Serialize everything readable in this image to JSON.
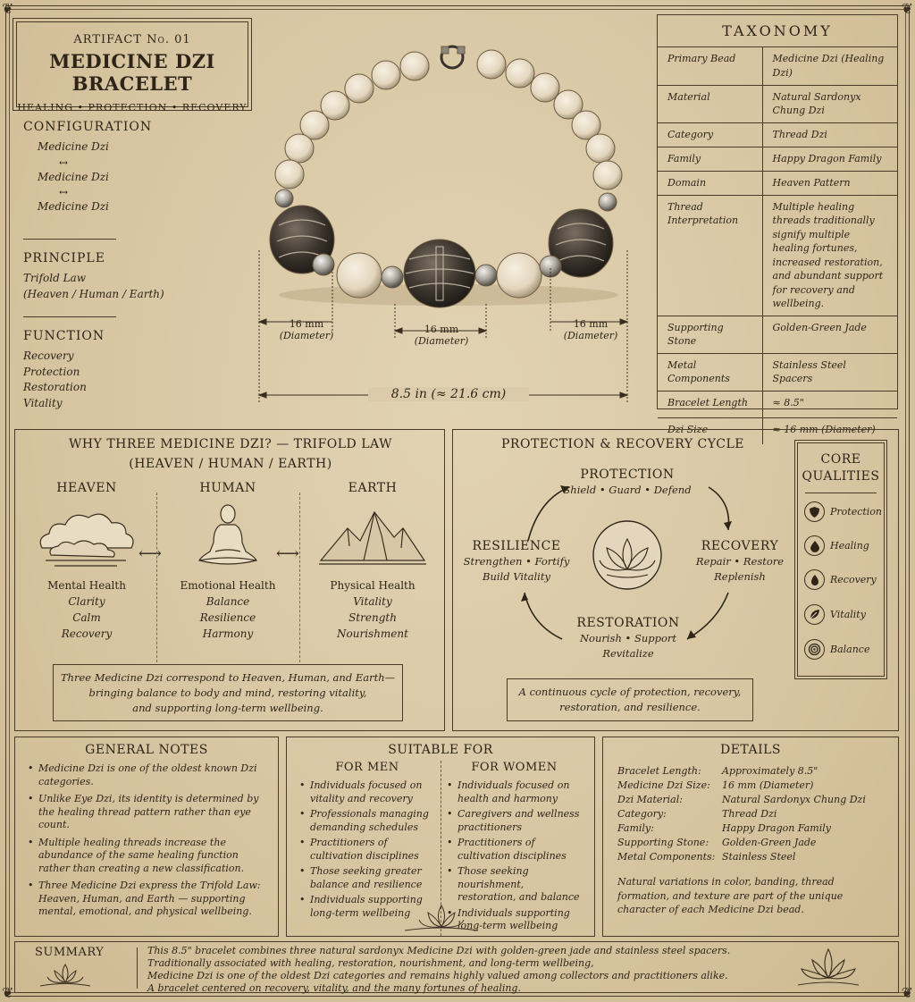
{
  "header": {
    "artifact": "ARTIFACT No. 01",
    "title": "MEDICINE DZI BRACELET",
    "tagline": "HEALING • PROTECTION • RECOVERY"
  },
  "configuration": {
    "heading": "CONFIGURATION",
    "items": [
      "Medicine Dzi",
      "Medicine Dzi",
      "Medicine Dzi"
    ],
    "connector": "↔"
  },
  "principle": {
    "heading": "PRINCIPLE",
    "line1": "Trifold Law",
    "line2": "(Heaven / Human / Earth)"
  },
  "function": {
    "heading": "FUNCTION",
    "items": [
      "Recovery",
      "Protection",
      "Restoration",
      "Vitality"
    ]
  },
  "dimensions": {
    "left": "16 mm",
    "center": "16 mm",
    "right": "16 mm",
    "diameter_label": "(Diameter)",
    "length": "8.5 in (≈ 21.6 cm)"
  },
  "taxonomy": {
    "heading": "TAXONOMY",
    "rows": [
      {
        "key": "Primary Bead",
        "value": "Medicine Dzi (Healing Dzi)"
      },
      {
        "key": "Material",
        "value": "Natural Sardonyx Chung Dzi"
      },
      {
        "key": "Category",
        "value": "Thread Dzi"
      },
      {
        "key": "Family",
        "value": "Happy Dragon Family"
      },
      {
        "key": "Domain",
        "value": "Heaven Pattern"
      },
      {
        "key": "Thread Interpretation",
        "value": "Multiple healing threads traditionally signify multiple healing fortunes, increased restoration, and abundant support for recovery and wellbeing."
      },
      {
        "key": "Supporting Stone",
        "value": "Golden-Green Jade"
      },
      {
        "key": "Metal Components",
        "value": "Stainless Steel Spacers"
      },
      {
        "key": "Bracelet Length",
        "value": "≈ 8.5\""
      },
      {
        "key": "Dzi Size",
        "value": "≈ 16 mm (Diameter)"
      }
    ]
  },
  "trifold": {
    "title1": "WHY THREE MEDICINE DZI? — TRIFOLD LAW",
    "title2": "(HEAVEN / HUMAN / EARTH)",
    "columns": [
      {
        "heading": "HEAVEN",
        "sub": "Mental Health",
        "items": [
          "Clarity",
          "Calm",
          "Recovery"
        ]
      },
      {
        "heading": "HUMAN",
        "sub": "Emotional Health",
        "items": [
          "Balance",
          "Resilience",
          "Harmony"
        ]
      },
      {
        "heading": "EARTH",
        "sub": "Physical Health",
        "items": [
          "Vitality",
          "Strength",
          "Nourishment"
        ]
      }
    ],
    "note": [
      "Three Medicine Dzi correspond to Heaven, Human, and Earth—",
      "bringing balance to body and mind, restoring vitality,",
      "and supporting long-term wellbeing."
    ]
  },
  "cycle": {
    "title": "PROTECTION & RECOVERY CYCLE",
    "protection": {
      "heading": "PROTECTION",
      "line1": "Shield • Guard • Defend"
    },
    "recovery": {
      "heading": "RECOVERY",
      "line1": "Repair • Restore",
      "line2": "Replenish"
    },
    "restoration": {
      "heading": "RESTORATION",
      "line1": "Nourish • Support",
      "line2": "Revitalize"
    },
    "resilience": {
      "heading": "RESILIENCE",
      "line1": "Strengthen • Fortify",
      "line2": "Build Vitality"
    },
    "note": [
      "A continuous cycle of protection, recovery,",
      "restoration, and resilience."
    ]
  },
  "core_qualities": {
    "heading1": "CORE",
    "heading2": "QUALITIES",
    "items": [
      {
        "label": "Protection",
        "icon": "shield-icon"
      },
      {
        "label": "Healing",
        "icon": "drop-icon"
      },
      {
        "label": "Recovery",
        "icon": "flame-icon"
      },
      {
        "label": "Vitality",
        "icon": "leaf-icon"
      },
      {
        "label": "Balance",
        "icon": "spiral-icon"
      }
    ]
  },
  "general_notes": {
    "heading": "GENERAL NOTES",
    "items": [
      "Medicine Dzi is one of the oldest known Dzi categories.",
      "Unlike Eye Dzi, its identity is determined by the healing thread pattern rather than eye count.",
      "Multiple healing threads increase the abundance of the same healing function rather than creating a new classification.",
      "Three Medicine Dzi express the Trifold Law: Heaven, Human, and Earth — supporting mental, emotional, and physical wellbeing."
    ]
  },
  "suitable": {
    "heading": "SUITABLE FOR",
    "men": {
      "heading": "FOR MEN",
      "items": [
        "Individuals focused on vitality and recovery",
        "Professionals managing demanding schedules",
        "Practitioners of cultivation disciplines",
        "Those seeking greater balance and resilience",
        "Individuals supporting long-term wellbeing"
      ]
    },
    "women": {
      "heading": "FOR WOMEN",
      "items": [
        "Individuals focused on health and harmony",
        "Caregivers and wellness practitioners",
        "Practitioners of cultivation disciplines",
        "Those seeking nourishment, restoration, and balance",
        "Individuals supporting long-term wellbeing"
      ]
    }
  },
  "details": {
    "heading": "DETAILS",
    "rows": [
      {
        "key": "Bracelet Length:",
        "value": "Approximately 8.5\""
      },
      {
        "key": "Medicine Dzi Size:",
        "value": "16 mm (Diameter)"
      },
      {
        "key": "Dzi Material:",
        "value": "Natural Sardonyx Chung Dzi"
      },
      {
        "key": "Category:",
        "value": "Thread Dzi"
      },
      {
        "key": "Family:",
        "value": "Happy Dragon Family"
      },
      {
        "key": "Supporting Stone:",
        "value": "Golden-Green Jade"
      },
      {
        "key": "Metal Components:",
        "value": "Stainless Steel"
      }
    ],
    "footnote": "Natural variations in color, banding, thread formation, and texture are part of the unique character of each Medicine Dzi bead."
  },
  "summary": {
    "label": "SUMMARY",
    "lines": [
      "This 8.5\" bracelet combines three natural sardonyx Medicine Dzi with golden-green jade and stainless steel spacers.",
      "Traditionally associated with healing, restoration, nourishment, and long-term wellbeing,",
      "Medicine Dzi is one of the oldest Dzi categories and remains highly valued among collectors and practitioners alike.",
      "A bracelet centered on recovery, vitality, and the many fortunes of healing."
    ]
  }
}
